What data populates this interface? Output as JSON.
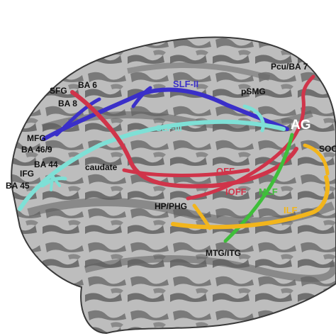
{
  "labels": {
    "sfg": "SFG",
    "ba6": "BA 6",
    "ba8": "BA 8",
    "slf2": "SLF-II",
    "pcu": "Pcu/BA 7",
    "psmg": "pSMG",
    "slf3": "SLF-III",
    "ag": "AG",
    "soc": "SOC",
    "mfg": "MFG",
    "ba469": "BA 46/9",
    "ifg": "IFG",
    "ba44": "BA 44",
    "ba45": "BA 45",
    "caudate": "caudate",
    "off": "OFF",
    "ioff": "IOFF",
    "mlf": "MLF",
    "hpphg": "HP/PHG",
    "ilf": "ILF",
    "mtgitg": "MTG/ITG"
  },
  "colors": {
    "slf2": "#3a2fc9",
    "slf3": "#7ee0d6",
    "off": "#d0344a",
    "mlf": "#3fbf3a",
    "ilf": "#f2b51c",
    "ag_label": "#ffffff",
    "brain_light": "#bdbdbd",
    "brain_dark": "#6f6f6f",
    "outline": "#3a3a3a"
  }
}
